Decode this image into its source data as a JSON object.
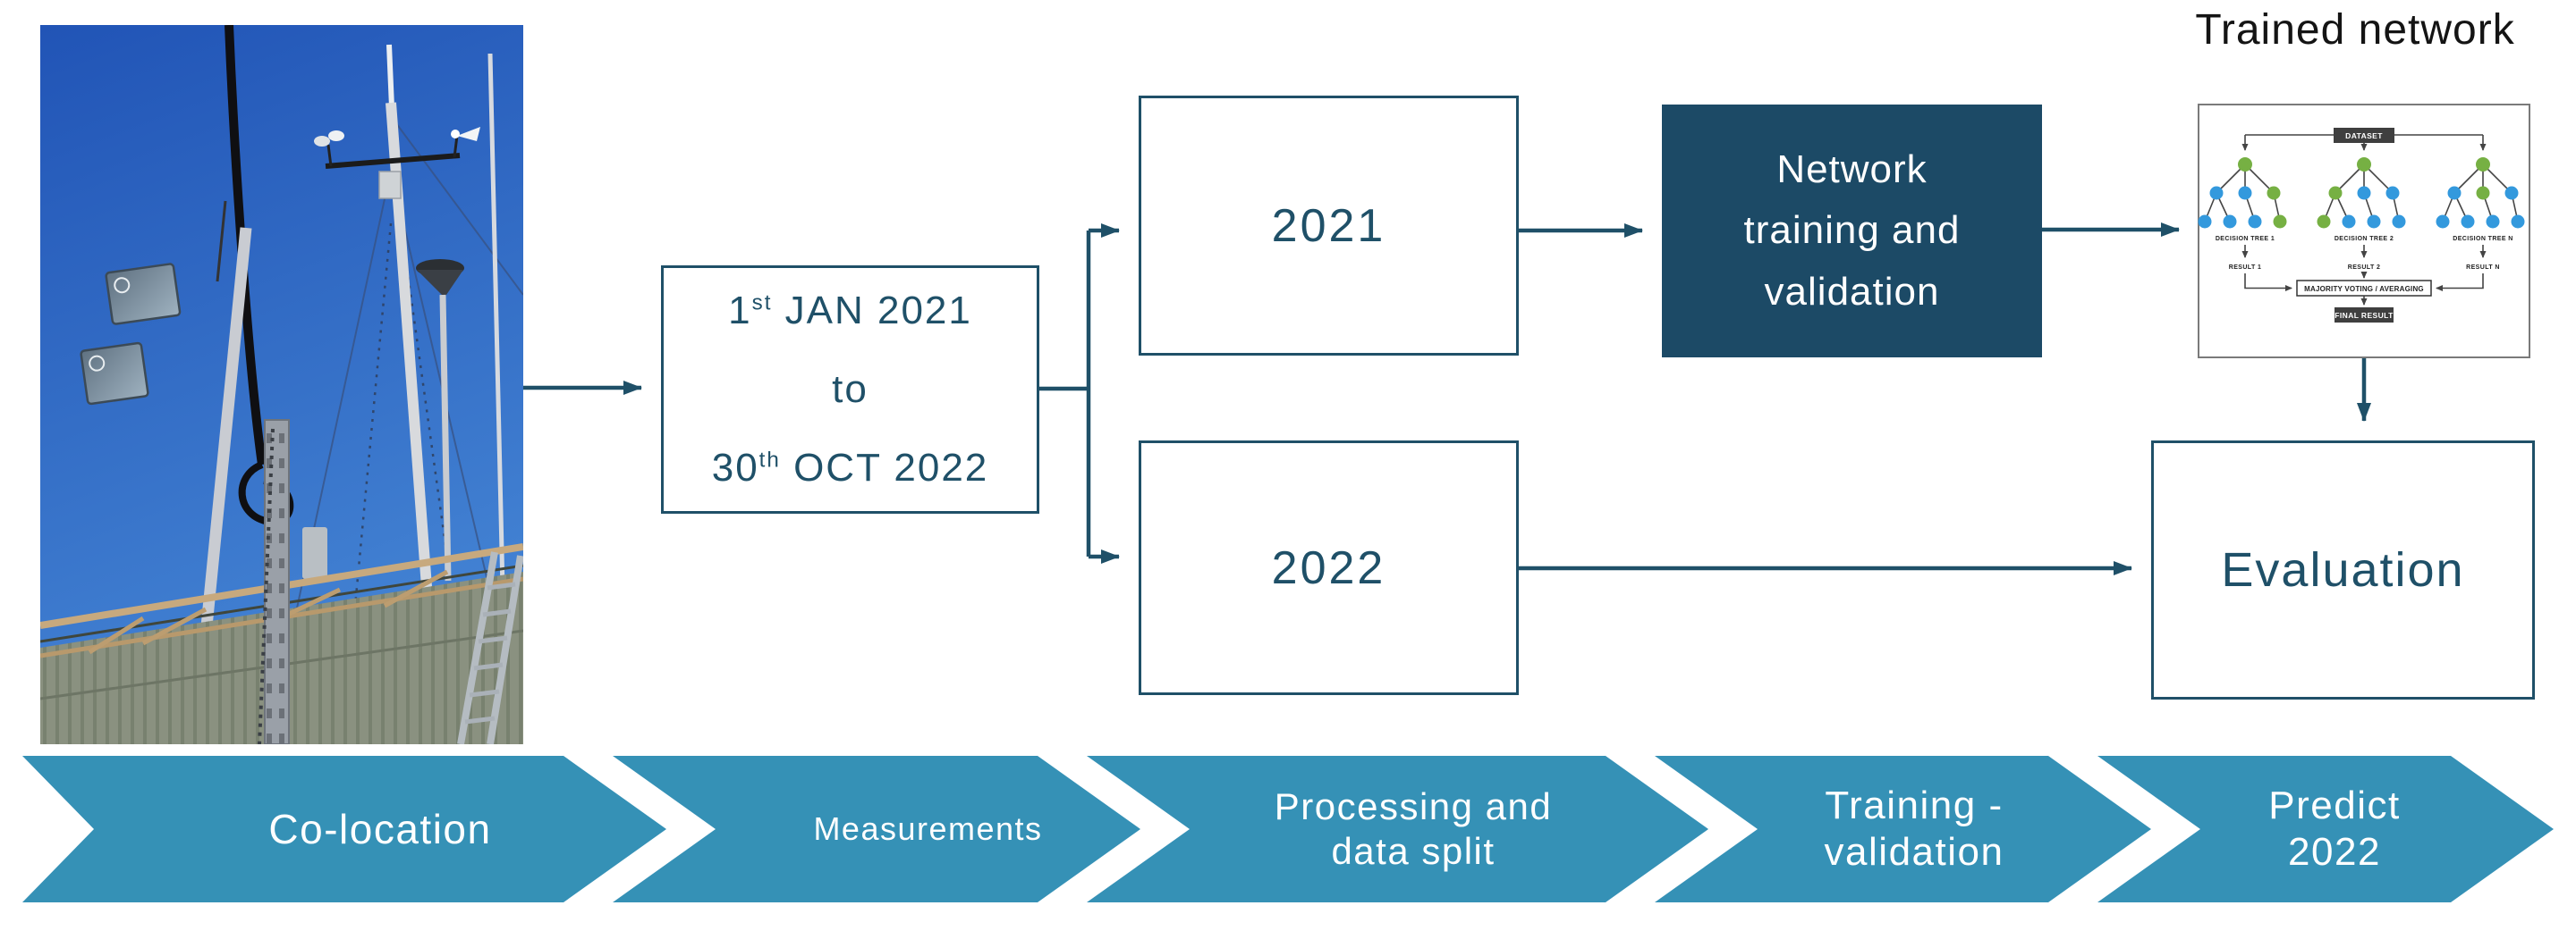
{
  "colors": {
    "navy": "#1f5068",
    "dark_box": "#1c4a66",
    "chevron": "#3591b6",
    "sky_top": "#2154b6",
    "sky_bottom": "#4484d4"
  },
  "header": {
    "trained_network_title": "Trained network"
  },
  "flow": {
    "date_box": {
      "line1_num": "1",
      "line1_sup": "st",
      "line1_rest": " JAN 2021",
      "line2": "to",
      "line3_num": "30",
      "line3_sup": "th",
      "line3_rest": " OCT 2022"
    },
    "box_2021": {
      "label": "2021"
    },
    "box_2022": {
      "label": "2022"
    },
    "network_box": {
      "line1": "Network",
      "line2": "training and",
      "line3": "validation"
    },
    "evaluation_box": {
      "label": "Evaluation"
    }
  },
  "forest": {
    "dataset_label": "DATASET",
    "majority_label": "MAJORITY VOTING / AVERAGING",
    "final_label": "FINAL RESULT",
    "node_colors": {
      "green": "#76b043",
      "blue": "#3399dd"
    },
    "trees": [
      {
        "label": "DECISION TREE 1",
        "result": "RESULT 1",
        "root": "green",
        "children": [
          "blue",
          "blue",
          "green"
        ],
        "leaves": [
          "blue",
          "blue",
          "blue",
          "green"
        ]
      },
      {
        "label": "DECISION TREE 2",
        "result": "RESULT 2",
        "root": "green",
        "children": [
          "green",
          "blue",
          "blue"
        ],
        "leaves": [
          "green",
          "blue",
          "blue",
          "blue"
        ]
      },
      {
        "label": "DECISION TREE N",
        "result": "RESULT N",
        "root": "green",
        "children": [
          "blue",
          "green",
          "blue"
        ],
        "leaves": [
          "blue",
          "blue",
          "blue",
          "blue"
        ]
      }
    ]
  },
  "process_steps": [
    {
      "line1": "Co-location",
      "line2": ""
    },
    {
      "line1": "Measurements",
      "line2": ""
    },
    {
      "line1": "Processing and",
      "line2": "data split"
    },
    {
      "line1": "Training -",
      "line2": "validation"
    },
    {
      "line1": "Predict",
      "line2": "2022"
    }
  ]
}
